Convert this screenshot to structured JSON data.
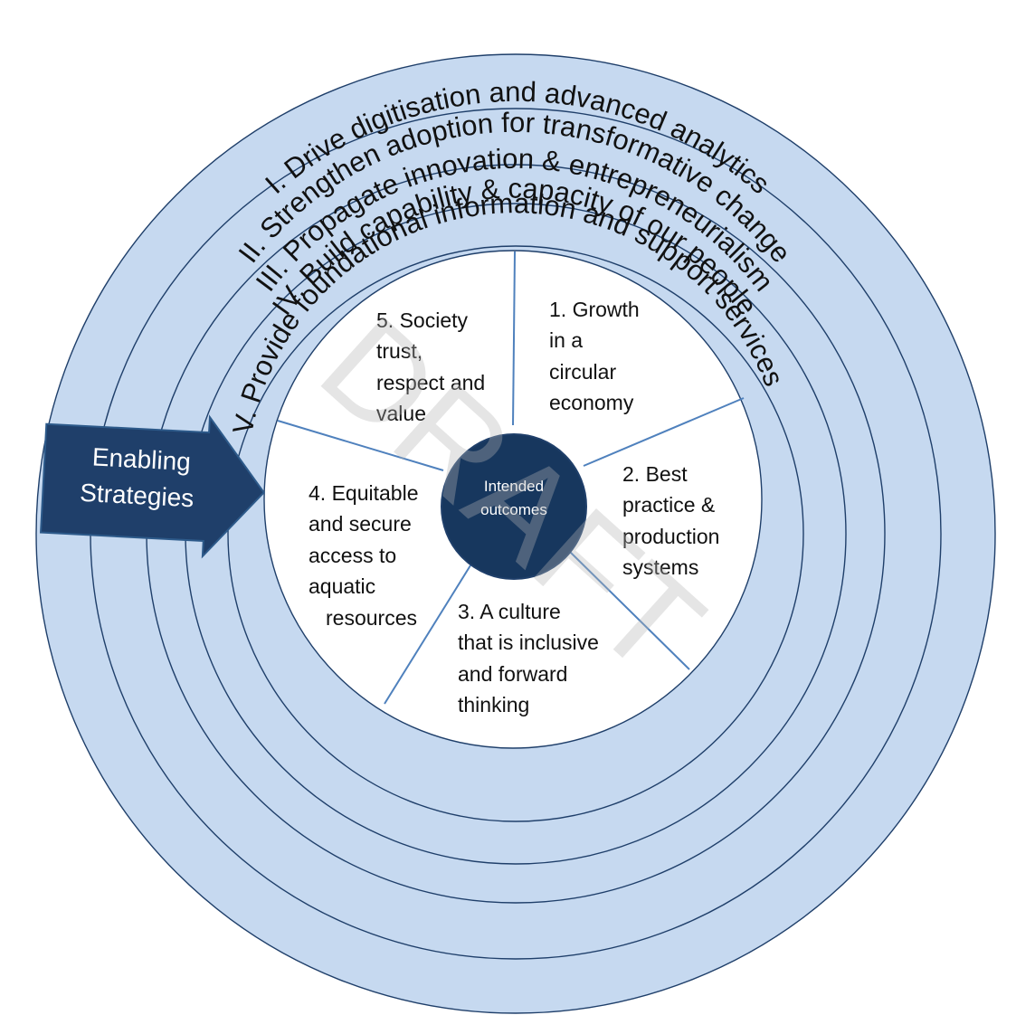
{
  "rings": [
    {
      "label": "I. Drive digitisation and advanced analytics"
    },
    {
      "label": "II. Strengthen adoption for transformative change"
    },
    {
      "label": "III. Propagate innovation & entrepreneurialism"
    },
    {
      "label": "IV. Build capability & capacity of our people"
    },
    {
      "label": "V. Provide foundational information and support services"
    }
  ],
  "segments": [
    {
      "lines": [
        "1. Growth",
        "in a",
        "circular",
        "economy"
      ]
    },
    {
      "lines": [
        "2. Best",
        "practice &",
        "production",
        "systems"
      ]
    },
    {
      "lines": [
        "3. A culture",
        "that is inclusive",
        "and forward",
        "thinking"
      ]
    },
    {
      "lines": [
        "4. Equitable",
        "and secure",
        "access to",
        "aquatic",
        "resources"
      ]
    },
    {
      "lines": [
        "5. Society",
        "trust,",
        "respect and",
        "value"
      ]
    }
  ],
  "center": {
    "lines": [
      "Intended",
      "outcomes"
    ]
  },
  "arrow": {
    "lines": [
      "Enabling",
      "Strategies"
    ]
  },
  "watermark": "DRAFT",
  "colors": {
    "ring_fill": "#c6d9f0",
    "ring_stroke": "#1f3f6a",
    "center_fill": "#17375e",
    "arrow_fill": "#1f3f6a",
    "spoke": "#4f81bd"
  }
}
